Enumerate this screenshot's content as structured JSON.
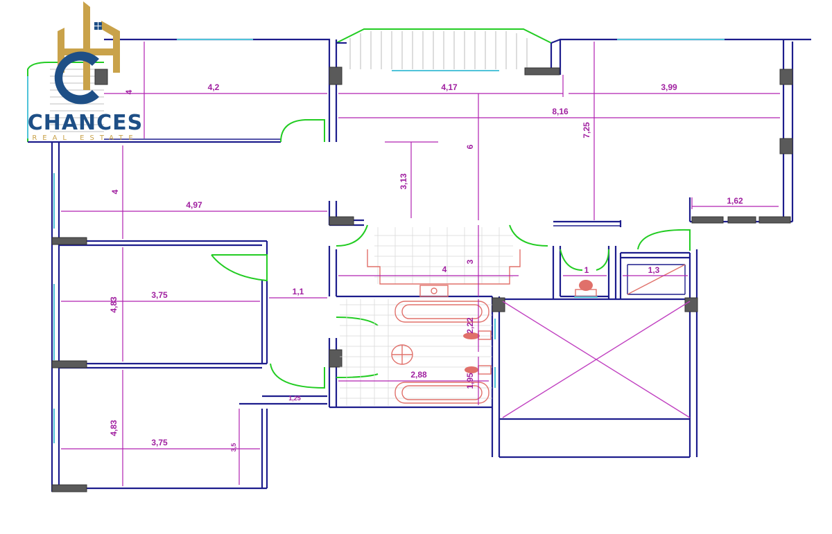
{
  "logo": {
    "brand": "CHANCES",
    "tagline": "REAL ESTATE",
    "icon": "house-building-logo-icon",
    "colors": {
      "navy": "#1e4f86",
      "gold": "#c9a24a"
    }
  },
  "plan_colors": {
    "walls": "#1c1c8c",
    "dimensions": "#a020a0",
    "doors": "#22cc22",
    "windows": "#4fc3d9",
    "fixtures": "#e0706a"
  },
  "dimensions": {
    "d_4_top": "4",
    "d_4_2": "4,2",
    "d_4_17": "4,17",
    "d_3_99": "3,99",
    "d_8_16": "8,16",
    "d_6": "6",
    "d_7_25": "7,25",
    "d_3_13": "3,13",
    "d_4_left": "4",
    "d_4_97": "4,97",
    "d_1_62": "1,62",
    "d_4_hall": "4",
    "d_3_hall": "3",
    "d_1_wc": "1",
    "d_1_3": "1,3",
    "d_4_83_a": "4,83",
    "d_3_75_a": "3,75",
    "d_1_1": "1,1",
    "d_2_22": "2,22",
    "d_2_88": "2,88",
    "d_1_95": "1,95",
    "d_4_83_b": "4,83",
    "d_3_75_b": "3,75",
    "d_small_a": "1,25",
    "d_small_b": "3,5"
  }
}
